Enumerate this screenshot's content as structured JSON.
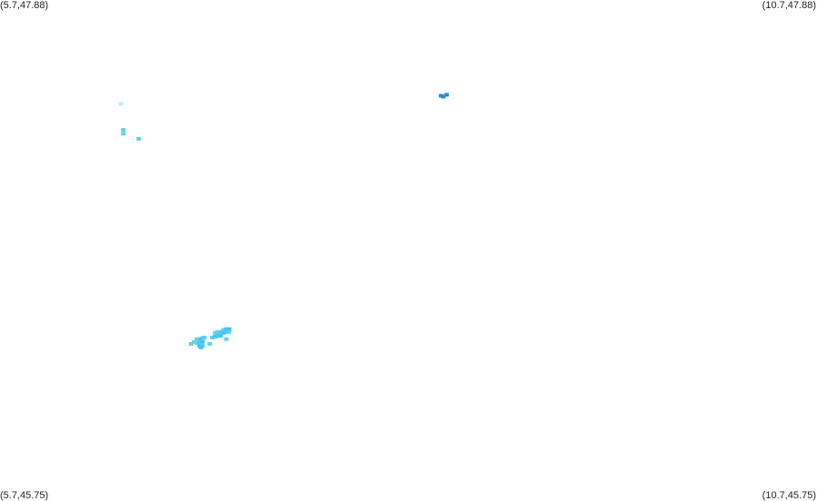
{
  "map": {
    "corners": {
      "top_left": "(5.7,47.88)",
      "top_right": "(10.7,47.88)",
      "bottom_left": "(5.7,45.75)",
      "bottom_right": "(10.7,45.75)"
    },
    "bounds": {
      "lon_min": 5.7,
      "lon_max": 10.7,
      "lat_min": 45.75,
      "lat_max": 47.88
    },
    "colors": {
      "background": "#ffffff",
      "pale": "#b8ecf6",
      "light": "#5fd0f2",
      "medium": "#45c4ee",
      "dark": "#2a8fd0"
    },
    "cells": [
      {
        "lon": 6.441,
        "lat": 47.438,
        "level": "pale"
      },
      {
        "lon": 6.455,
        "lat": 47.328,
        "level": "light"
      },
      {
        "lon": 6.455,
        "lat": 47.312,
        "level": "light"
      },
      {
        "lon": 6.549,
        "lat": 47.29,
        "level": "light"
      },
      {
        "lon": 8.399,
        "lat": 47.473,
        "level": "dark"
      },
      {
        "lon": 8.433,
        "lat": 47.477,
        "level": "dark"
      },
      {
        "lon": 8.413,
        "lat": 47.469,
        "level": "dark"
      },
      {
        "lon": 6.871,
        "lat": 46.418,
        "level": "light"
      },
      {
        "lon": 6.888,
        "lat": 46.426,
        "level": "light"
      },
      {
        "lon": 6.905,
        "lat": 46.422,
        "level": "light"
      },
      {
        "lon": 6.922,
        "lat": 46.426,
        "level": "medium"
      },
      {
        "lon": 6.922,
        "lat": 46.438,
        "level": "medium"
      },
      {
        "lon": 6.939,
        "lat": 46.442,
        "level": "medium"
      },
      {
        "lon": 6.95,
        "lat": 46.445,
        "level": "light"
      },
      {
        "lon": 6.905,
        "lat": 46.438,
        "level": "light"
      },
      {
        "lon": 6.922,
        "lat": 46.41,
        "level": "medium"
      },
      {
        "lon": 6.939,
        "lat": 46.426,
        "level": "medium"
      },
      {
        "lon": 6.939,
        "lat": 46.41,
        "level": "light"
      },
      {
        "lon": 6.93,
        "lat": 46.403,
        "level": "medium"
      },
      {
        "lon": 6.983,
        "lat": 46.418,
        "level": "light"
      },
      {
        "lon": 7.0,
        "lat": 46.445,
        "level": "light"
      },
      {
        "lon": 7.017,
        "lat": 46.449,
        "level": "medium"
      },
      {
        "lon": 7.034,
        "lat": 46.453,
        "level": "medium"
      },
      {
        "lon": 7.051,
        "lat": 46.453,
        "level": "medium"
      },
      {
        "lon": 7.051,
        "lat": 46.469,
        "level": "medium"
      },
      {
        "lon": 7.068,
        "lat": 46.465,
        "level": "medium"
      },
      {
        "lon": 7.068,
        "lat": 46.477,
        "level": "light"
      },
      {
        "lon": 7.085,
        "lat": 46.469,
        "level": "medium"
      },
      {
        "lon": 7.085,
        "lat": 46.481,
        "level": "medium"
      },
      {
        "lon": 7.102,
        "lat": 46.469,
        "level": "light"
      },
      {
        "lon": 7.102,
        "lat": 46.481,
        "level": "medium"
      },
      {
        "lon": 7.034,
        "lat": 46.469,
        "level": "light"
      },
      {
        "lon": 7.017,
        "lat": 46.465,
        "level": "light"
      },
      {
        "lon": 7.085,
        "lat": 46.438,
        "level": "light"
      }
    ]
  }
}
